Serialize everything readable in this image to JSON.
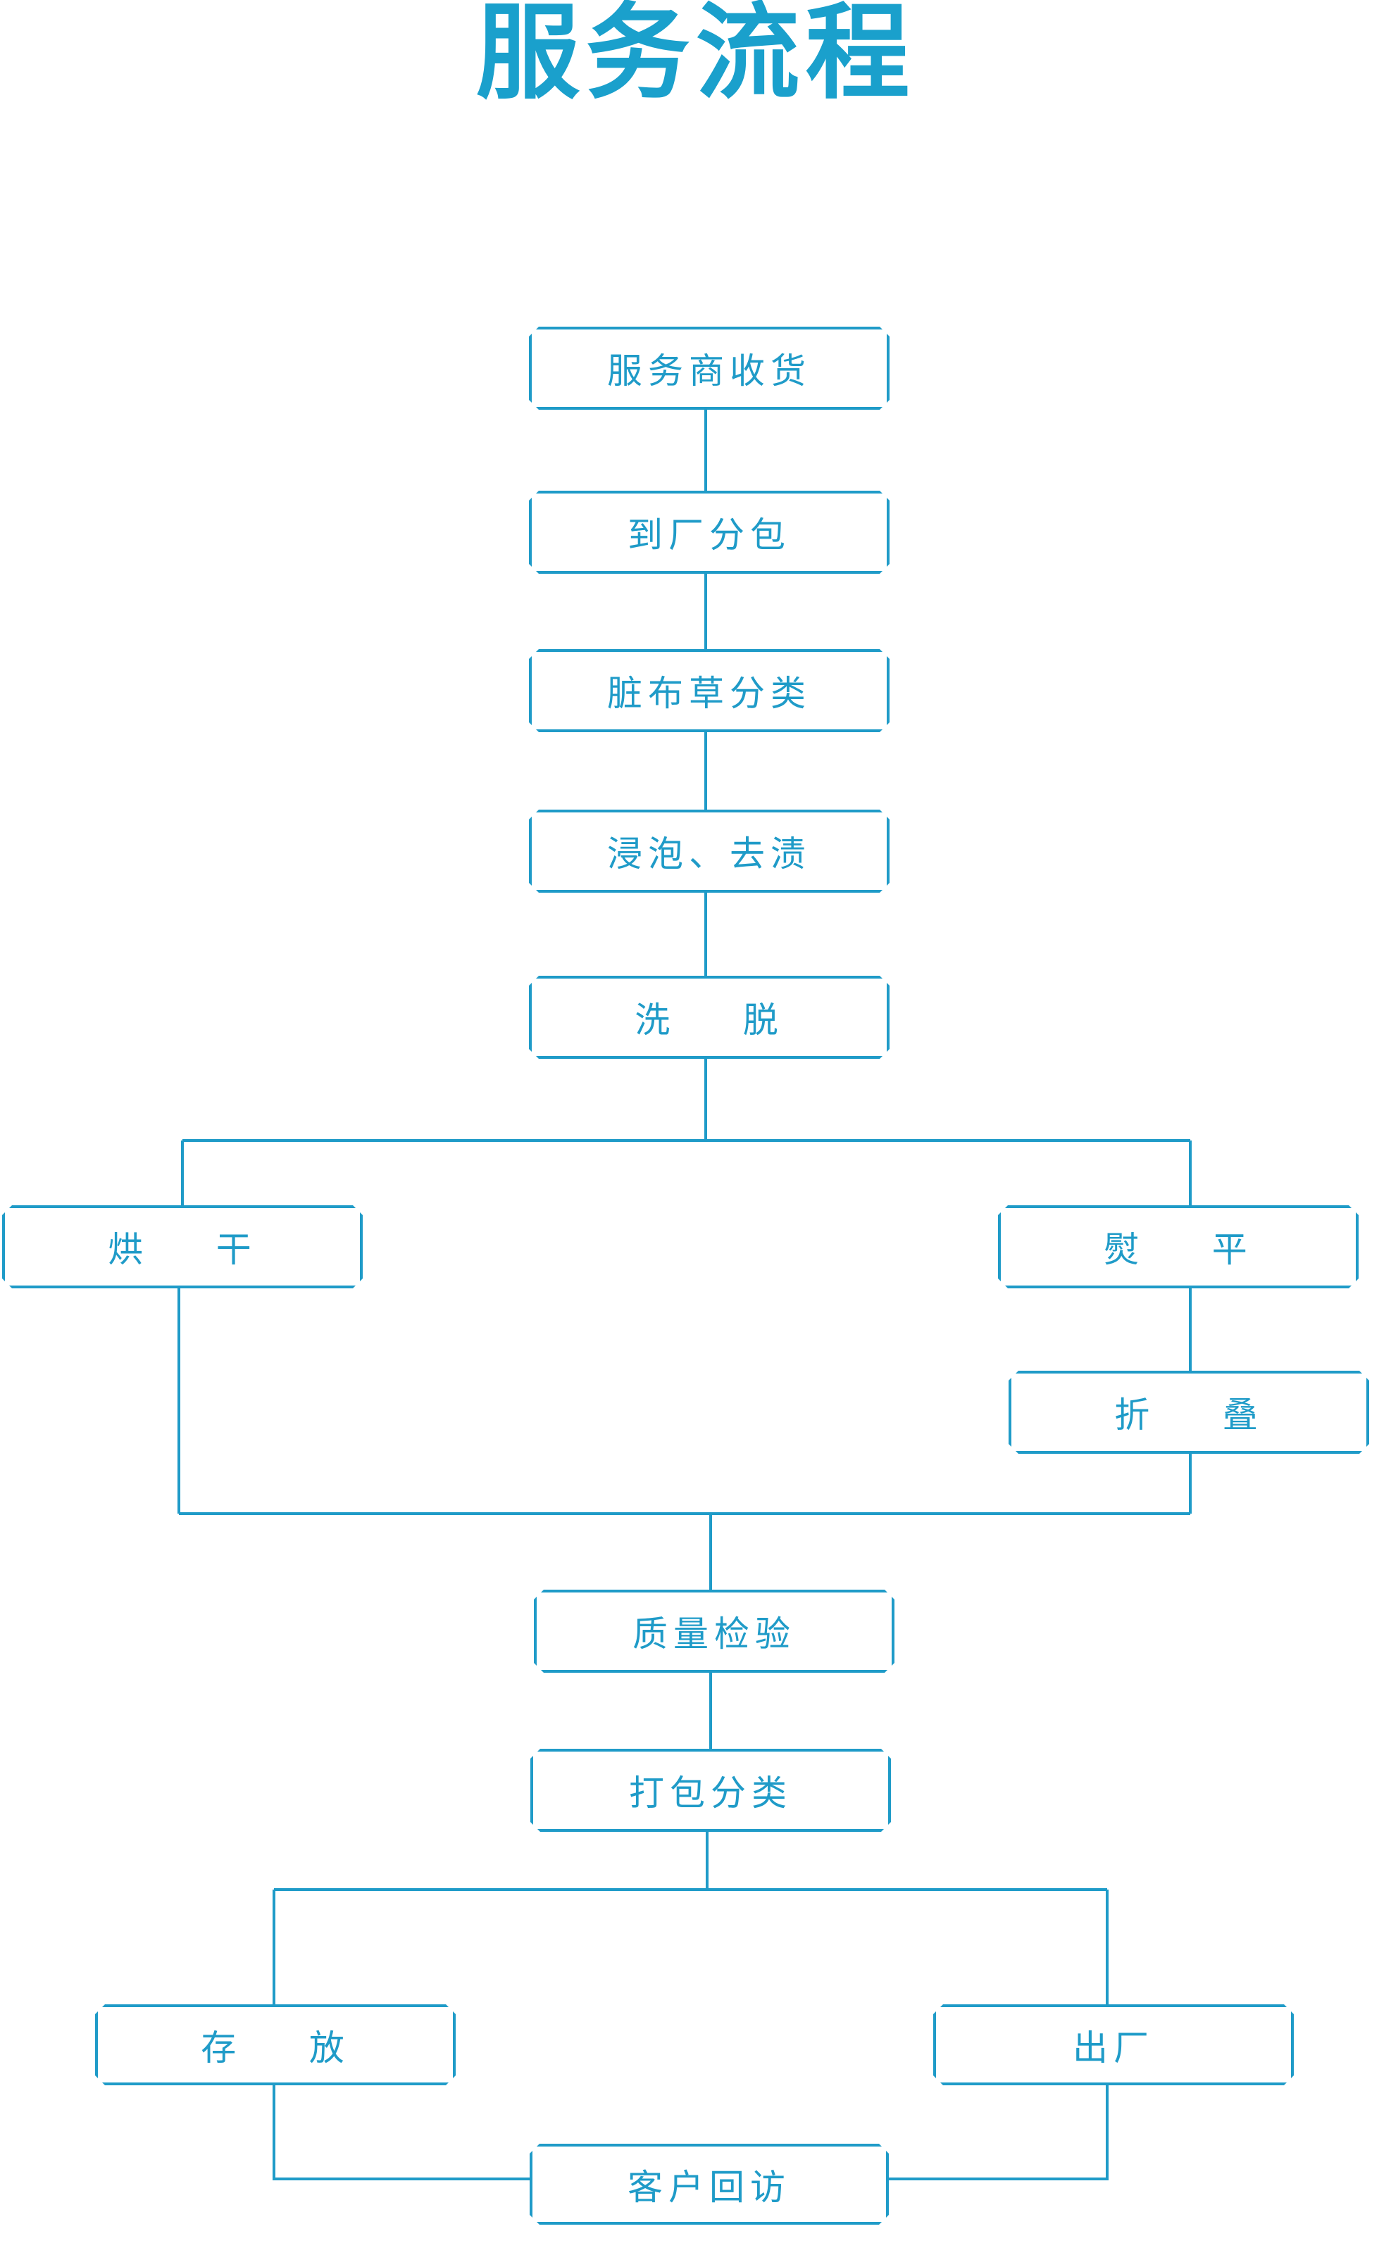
{
  "title": "服务流程",
  "colors": {
    "title": "#1aa0cc",
    "stroke": "#1f9bc8",
    "background": "#ffffff"
  },
  "steps": [
    {
      "id": "receive",
      "label": "服务商收货"
    },
    {
      "id": "split",
      "label": "到厂分包"
    },
    {
      "id": "sort-dirty",
      "label": "脏布草分类"
    },
    {
      "id": "soak",
      "label": "浸泡、去渍"
    },
    {
      "id": "wash",
      "label": "洗    脱"
    },
    {
      "id": "dry",
      "label": "烘    干"
    },
    {
      "id": "iron",
      "label": "熨    平"
    },
    {
      "id": "fold",
      "label": "折    叠"
    },
    {
      "id": "inspect",
      "label": "质量检验"
    },
    {
      "id": "pack",
      "label": "打包分类"
    },
    {
      "id": "store",
      "label": "存    放"
    },
    {
      "id": "ship",
      "label": "出厂"
    },
    {
      "id": "revisit",
      "label": "客户回访"
    }
  ]
}
